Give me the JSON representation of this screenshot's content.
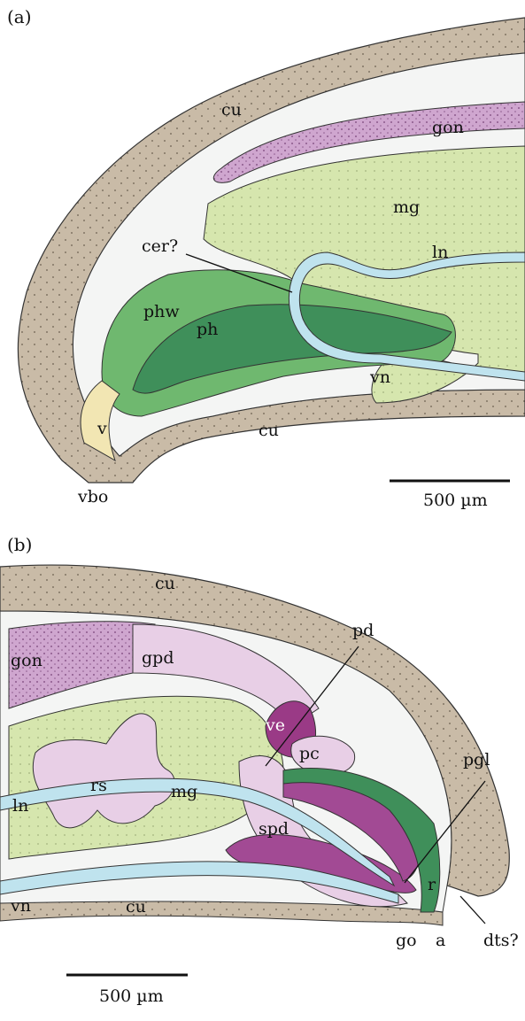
{
  "panel_a": {
    "id": "(a)",
    "labels": {
      "cu_top": "cu",
      "gon": "gon",
      "mg": "mg",
      "cer": "cer?",
      "ln": "ln",
      "phw": "phw",
      "ph": "ph",
      "vn": "vn",
      "v": "v",
      "cu_bottom": "cu",
      "vbo": "vbo"
    },
    "scale_bar": "500 µm"
  },
  "panel_b": {
    "id": "(b)",
    "labels": {
      "cu_top": "cu",
      "pd": "pd",
      "gon": "gon",
      "gpd": "gpd",
      "ve": "ve",
      "pc": "pc",
      "pgl": "pgl",
      "rs": "rs",
      "ln": "ln",
      "mg": "mg",
      "spd": "spd",
      "vn": "vn",
      "cu_bottom": "cu",
      "r": "r",
      "go": "go",
      "a": "a",
      "dts": "dts?"
    },
    "scale_bar": "500 µm"
  },
  "colors": {
    "cuticle": "#c9bba7",
    "gonad": "#cfa6cf",
    "midgut": "#d6e6ae",
    "pharynx_wall": "#6fb86f",
    "pharynx": "#3f8f5a",
    "nerve": "#bfe3ee",
    "vestibule": "#f2e6b3",
    "male_duct": "#e8cfe6",
    "vesicle": "#9a3a86",
    "gland": "#a24a94",
    "rectum": "#3f8f5a",
    "body": "#f4f5f4"
  }
}
